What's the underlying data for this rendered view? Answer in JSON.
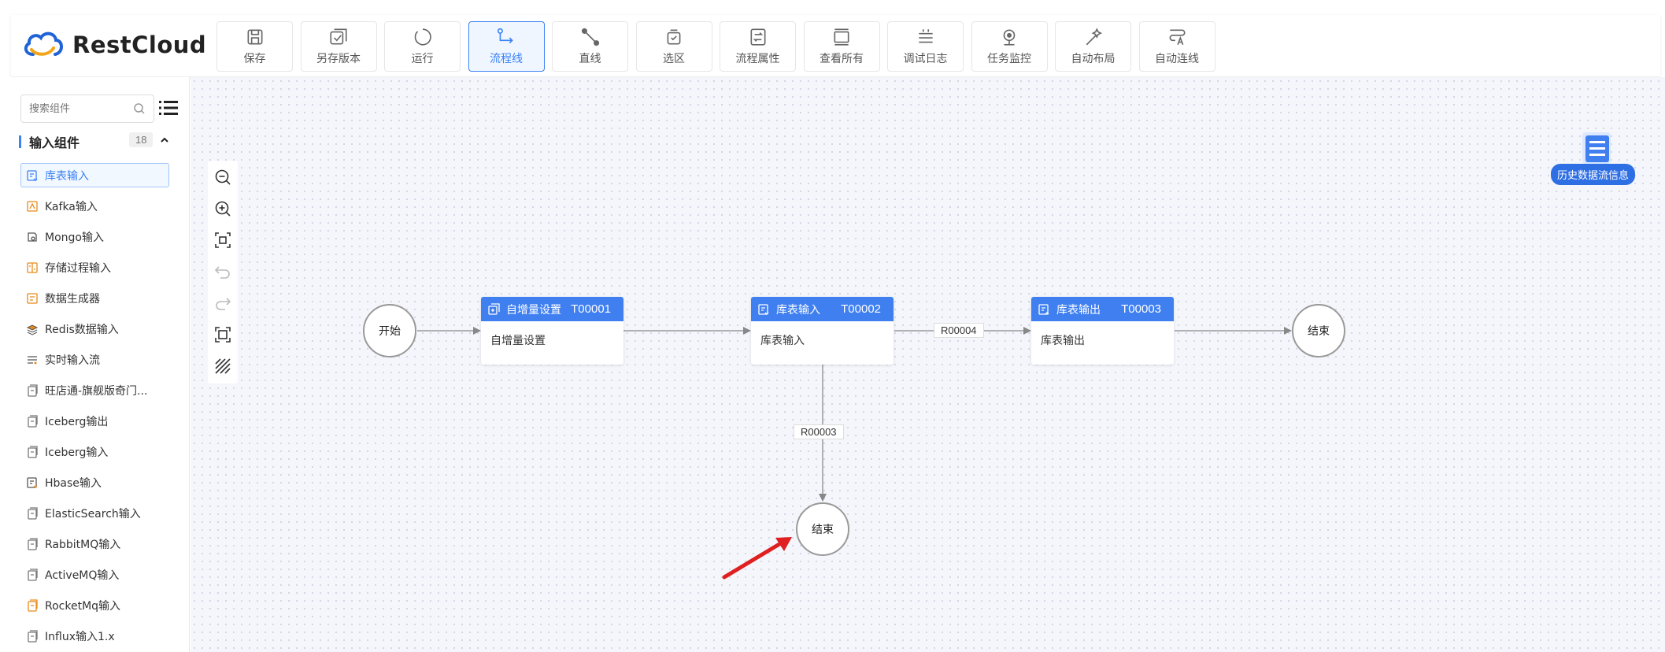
{
  "app": {
    "name": "RestCloud"
  },
  "toolbar": [
    {
      "label": "保存",
      "icon": "save-icon"
    },
    {
      "label": "另存版本",
      "icon": "save-version-icon"
    },
    {
      "label": "运行",
      "icon": "run-icon"
    },
    {
      "label": "流程线",
      "icon": "flow-line-icon",
      "active": true
    },
    {
      "label": "直线",
      "icon": "straight-line-icon"
    },
    {
      "label": "选区",
      "icon": "selection-icon"
    },
    {
      "label": "流程属性",
      "icon": "flow-properties-icon"
    },
    {
      "label": "查看所有",
      "icon": "view-all-icon"
    },
    {
      "label": "调试日志",
      "icon": "debug-log-icon"
    },
    {
      "label": "任务监控",
      "icon": "task-monitor-icon"
    },
    {
      "label": "自动布局",
      "icon": "auto-layout-icon"
    },
    {
      "label": "自动连线",
      "icon": "auto-connect-icon"
    }
  ],
  "sidebar": {
    "search_placeholder": "搜索组件",
    "group": {
      "title": "输入组件",
      "count": "18"
    },
    "items": [
      {
        "label": "库表输入",
        "selected": true
      },
      {
        "label": "Kafka输入"
      },
      {
        "label": "Mongo输入"
      },
      {
        "label": "存储过程输入"
      },
      {
        "label": "数据生成器"
      },
      {
        "label": "Redis数据输入"
      },
      {
        "label": "实时输入流"
      },
      {
        "label": "旺店通-旗舰版奇门..."
      },
      {
        "label": "Iceberg输出"
      },
      {
        "label": "Iceberg输入"
      },
      {
        "label": "Hbase输入"
      },
      {
        "label": "ElasticSearch输入"
      },
      {
        "label": "RabbitMQ输入"
      },
      {
        "label": "ActiveMQ输入"
      },
      {
        "label": "RocketMq输入"
      },
      {
        "label": "Influx输入1.x"
      }
    ]
  },
  "canvas": {
    "history_label": "历史数据流信息",
    "nodes": {
      "start": "开始",
      "end1": "结束",
      "end2": "结束",
      "t1": {
        "name": "自增量设置",
        "id": "T00001",
        "body": "自增量设置"
      },
      "t2": {
        "name": "库表输入",
        "id": "T00002",
        "body": "库表输入"
      },
      "t3": {
        "name": "库表输出",
        "id": "T00003",
        "body": "库表输出"
      }
    },
    "edges": {
      "e1": "R00004",
      "e2": "R00003"
    }
  },
  "colors": {
    "accent": "#3f7ff0",
    "arrow": "#e02020"
  }
}
